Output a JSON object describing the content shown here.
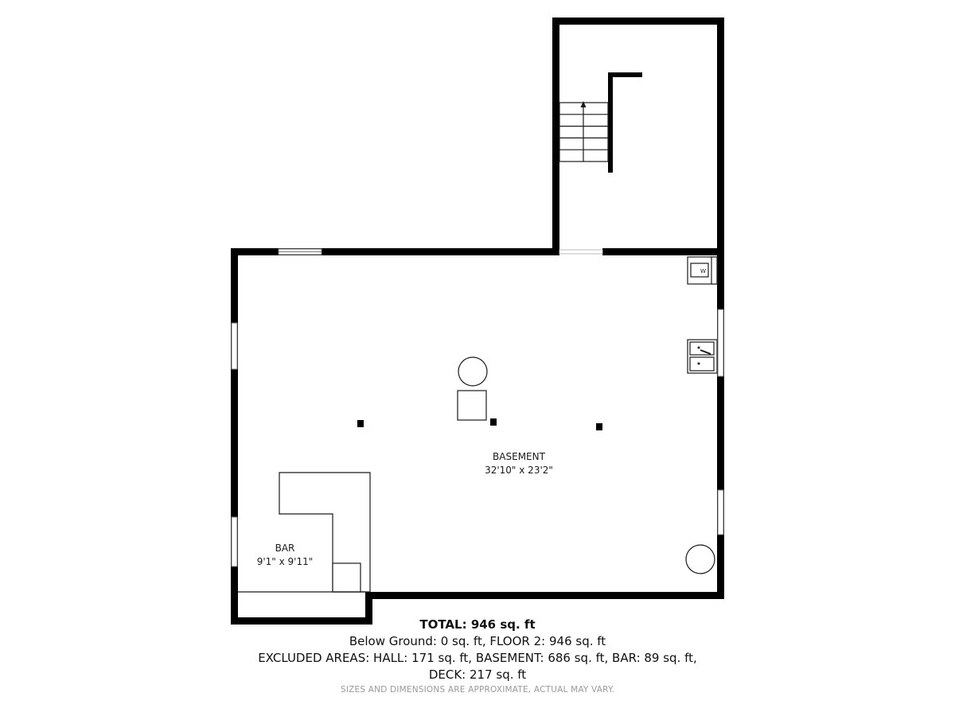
{
  "rooms": {
    "basement": {
      "name": "BASEMENT",
      "size": "32'10\" x 23'2\""
    },
    "bar": {
      "name": "BAR",
      "size": "9'1\" x 9'11\""
    }
  },
  "fixtures": {
    "washer_label": "W"
  },
  "summary": {
    "total_label": "TOTAL:",
    "total_value": "946 sq. ft",
    "below_line": "Below Ground: 0 sq. ft, FLOOR 2: 946 sq. ft",
    "excluded_line": "EXCLUDED AREAS: HALL: 171 sq. ft, BASEMENT: 686 sq. ft, BAR: 89 sq. ft,",
    "deck_line": "DECK: 217 sq. ft",
    "disclaimer": "SIZES AND DIMENSIONS ARE APPROXIMATE, ACTUAL MAY VARY."
  }
}
